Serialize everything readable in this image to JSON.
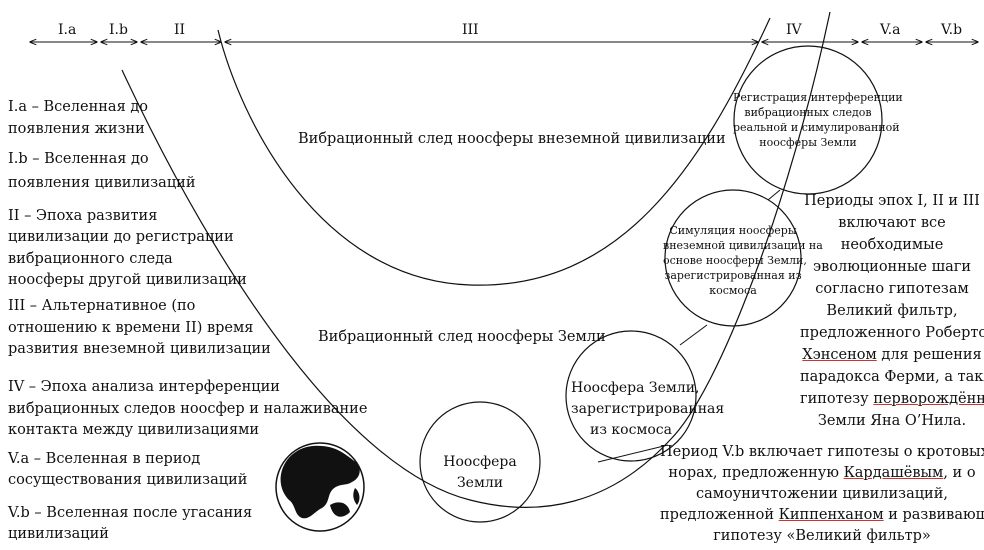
{
  "periods": [
    {
      "id": "Ia",
      "label": "I.a"
    },
    {
      "id": "Ib",
      "label": "I.b"
    },
    {
      "id": "II",
      "label": "II"
    },
    {
      "id": "III",
      "label": "III"
    },
    {
      "id": "IV",
      "label": "IV"
    },
    {
      "id": "Va",
      "label": "V.a"
    },
    {
      "id": "Vb",
      "label": "V.b"
    }
  ],
  "legend": [
    [
      "I.a – Вселенная до",
      "появления жизни"
    ],
    [
      "I.b – Вселенная до",
      "появления цивилизаций"
    ],
    [
      "II – Эпоха развития",
      "цивилизации до регистрации",
      "вибрационного следа",
      "ноосферы другой цивилизации"
    ],
    [
      "III – Альтернативное (по",
      "отношению к времени II) время",
      "развития внеземной цивилизации"
    ],
    [
      "IV – Эпоха анализа интерференции",
      "вибрационных следов ноосфер и налаживание",
      "контакта между цивилизациями"
    ],
    [
      "V.a – Вселенная в период",
      "сосуществования цивилизаций"
    ],
    [
      "V.b – Вселенная после угасания",
      "цивилизаций"
    ]
  ],
  "curves": {
    "alien_trace": "Вибрационный след ноосферы внеземной цивилизации",
    "earth_trace": "Вибрационный след ноосферы Земли"
  },
  "circles": {
    "earth": [
      "Ноосфера",
      "Земли"
    ],
    "registered": [
      "Ноосфера Земли,",
      "зарегистрированная",
      "из космоса"
    ],
    "simulation": [
      "Симуляция ноосферы",
      "внеземной цивилизации на",
      "основе ноосферы Земли,",
      "зарегистрированная из",
      "космоса"
    ],
    "interference": [
      "Регистрация интерференции",
      "вибрационных следов",
      "реальной и симулированной",
      "ноосферы Земли"
    ]
  },
  "note_right": {
    "line1": "Периоды эпох I, II и III",
    "line2": "включают все",
    "line3": "необходимые",
    "line4": "эволюционные шаги",
    "line5": "согласно гипотезам",
    "line6": "Великий фильтр,",
    "line7": "предложенного Робертом",
    "line8_link": "Хэнсеном",
    "line8_rest": " для решения",
    "line9": "парадокса Ферми, а также",
    "line10_pre": "гипотезу ",
    "line10_link": "перворождённой",
    "line11": "Земли Яна О’Нила."
  },
  "note_bottom": {
    "line1": "Период V.b включает гипотезы о кротовых",
    "line2_pre": "норах, предложенную ",
    "line2_link": "Кардашёвым",
    "line2_rest": ", и о",
    "line3": "самоуничтожении цивилизаций,",
    "line4_pre": "предложенной ",
    "line4_link": "Киппенханом",
    "line4_rest": " и развивающей",
    "line5": "гипотезу «Великий фильтр»"
  },
  "icons": {
    "globe": "globe-icon"
  },
  "colors": {
    "line": "#111111",
    "link_underline": "#cc3333"
  }
}
